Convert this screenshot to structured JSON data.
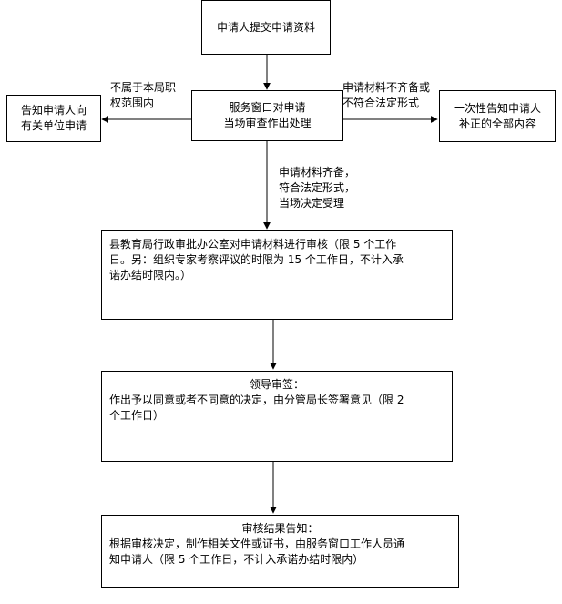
{
  "nodes": {
    "submit": {
      "text": "申请人提交申请资料"
    },
    "window": {
      "line1": "服务窗口对申请",
      "line2": "当场审查作出处理"
    },
    "notify_other": {
      "line1": "告知申请人向",
      "line2": "有关单位申请"
    },
    "notify_correct": {
      "line1": "一次性告知申请人",
      "line2": "补正的全部内容"
    },
    "review": {
      "line1": "县教育局行政审批办公室对申请材料进行审核（限 5 个工作",
      "line2": "日。另：组织专家考察评议的时限为 15 个工作日，不计入承",
      "line3": "诺办结时限内。）"
    },
    "leader": {
      "title": "领导审签：",
      "line1": "作出予以同意或者不同意的决定，由分管局长签署意见（限 2",
      "line2": "个工作日）"
    },
    "result": {
      "title": "审核结果告知：",
      "line1": "根据审核决定，制作相关文件或证书，由服务窗口工作人员通",
      "line2": "知申请人（限 5 个工作日，不计入承诺办结时限内）"
    }
  },
  "edges": {
    "not_in_scope": {
      "line1": "不属于本局职",
      "line2": "权范围内"
    },
    "incomplete": {
      "line1": "申请材料不齐备或",
      "line2": "不符合法定形式"
    },
    "accepted": {
      "line1": "申请材料齐备，",
      "line2": "符合法定形式，",
      "line3": "当场决定受理"
    }
  }
}
